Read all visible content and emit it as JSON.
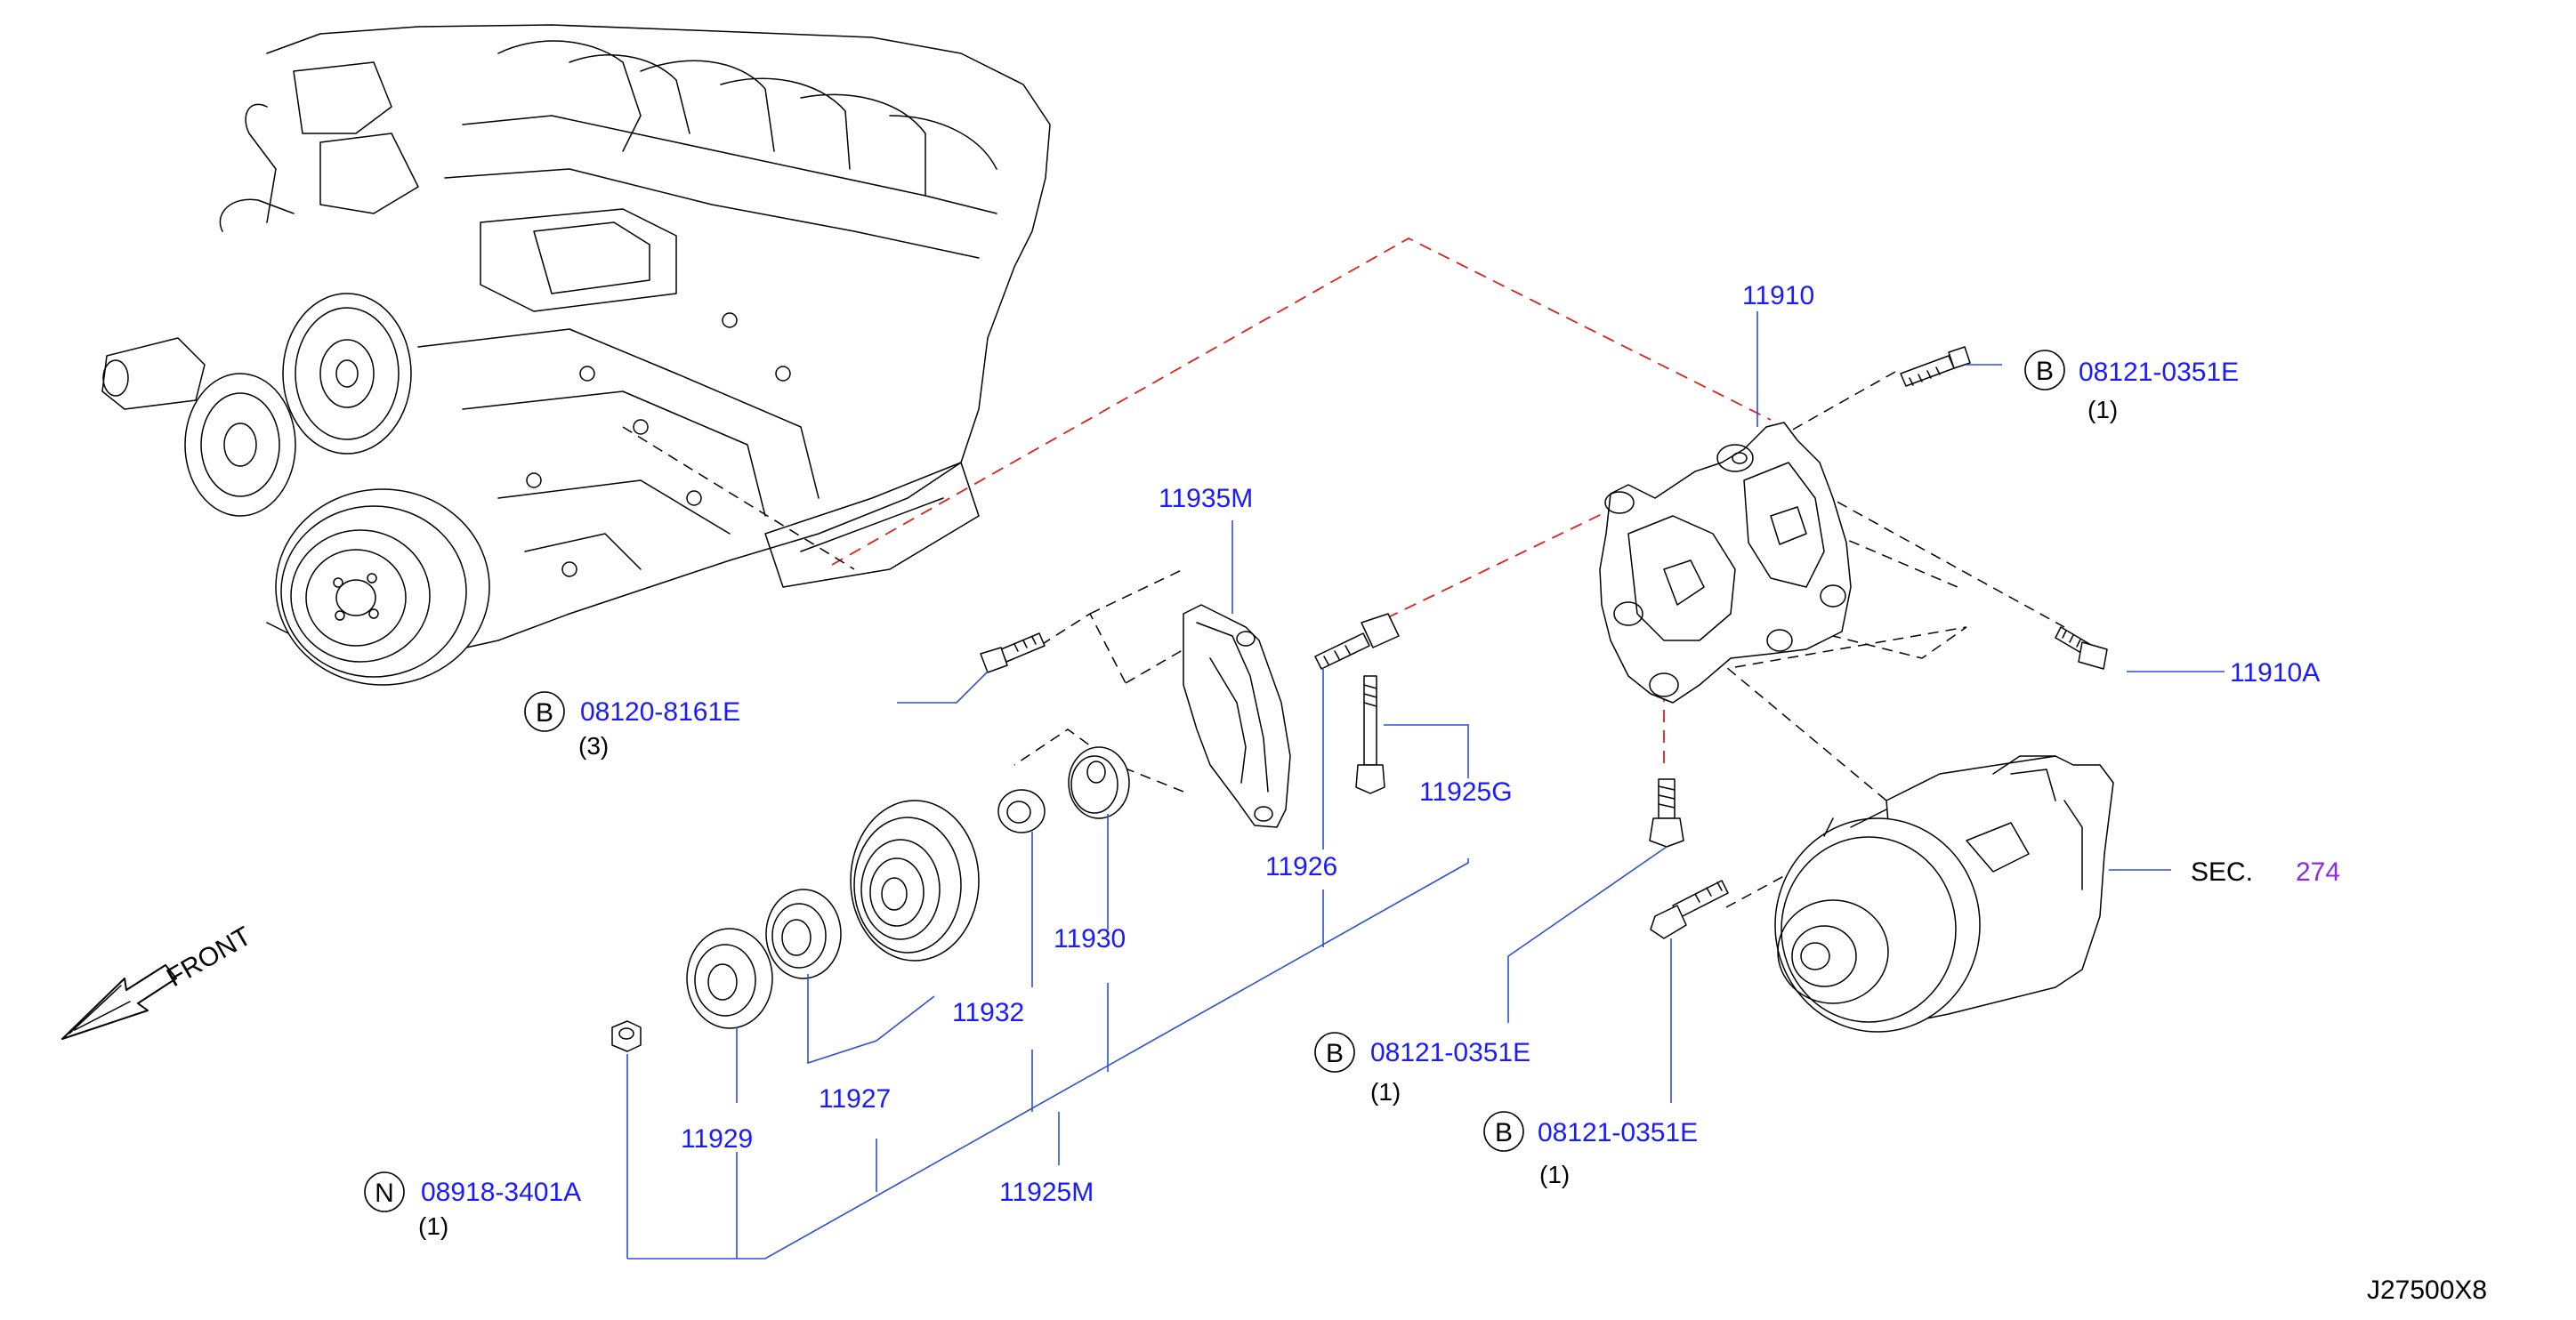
{
  "callouts": {
    "bracket": "11910",
    "bracket_bolt_top": "08121-0351E",
    "bracket_bolt_top_qty": "(1)",
    "bracket_bolt_right": "11910A",
    "engine_bolt": "08120-8161E",
    "engine_bolt_qty": "(3)",
    "idler_cover": "11935M",
    "long_bolt": "11925G",
    "idler_bolt": "11926",
    "washer_large": "11930",
    "washer_small": "11932",
    "pulley_assembly": "11927",
    "idler_pulley": "11929",
    "pulley_bracket_assy": "11925M",
    "nut": "08918-3401A",
    "nut_qty": "(1)",
    "compressor_bolt_a": "08121-0351E",
    "compressor_bolt_a_qty": "(1)",
    "compressor_bolt_b": "08121-0351E",
    "compressor_bolt_b_qty": "(1)",
    "section_label": "SEC.",
    "section_number": "274"
  },
  "markers": {
    "b": "B",
    "n": "N"
  },
  "front_label": "FRONT",
  "diagram_code": "J27500X8"
}
